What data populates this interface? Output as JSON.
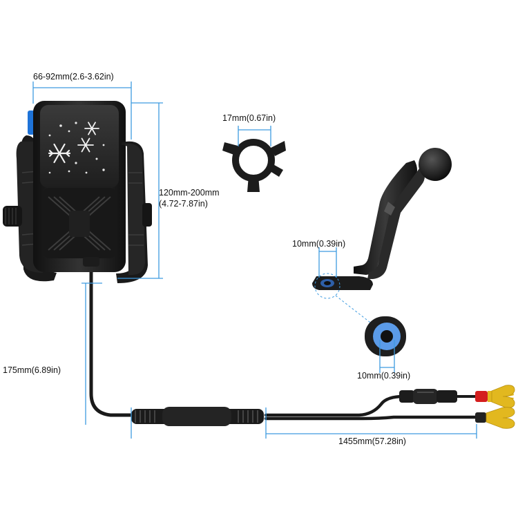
{
  "dimensions": {
    "holder_width": "66-92mm(2.6-3.62in)",
    "holder_height_line1": "120mm-200mm",
    "holder_height_line2": "(4.72-7.87in)",
    "clamp_ring": "17mm(0.67in)",
    "bracket_hole": "10mm(0.39in)",
    "detail_hole": "10mm(0.39in)",
    "cable_drop": "175mm(6.89in)",
    "cable_length": "1455mm(57.28in)"
  },
  "colors": {
    "dimension_line": "#3d9be0",
    "device_body": "#1c1c1c",
    "device_face": "#2b2b2b",
    "snowflake": "#f2f2f2",
    "terminal_gold": "#e2b81f",
    "terminal_red": "#d41e1e",
    "cable": "#1a1a1a",
    "detail_ring": "#5b9be8"
  }
}
